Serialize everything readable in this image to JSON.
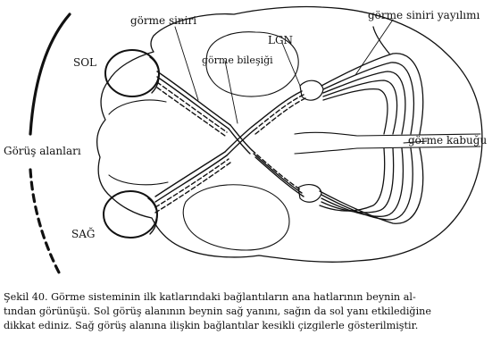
{
  "labels": {
    "left_eye": "SOL",
    "right_eye": "SAĞ",
    "visual_fields": "Görüş alanları",
    "optic_nerve": "görme siniri",
    "optic_chiasm": "görme bileşiği",
    "lgn": "LGN",
    "optic_radiation": "görme siniri yayılımı",
    "visual_cortex": "görme kabuğu"
  },
  "caption": {
    "line1": "Şekil 40. Görme sisteminin ilk katlarındaki bağlantıların ana hatlarının beynin al-",
    "line2": "tından görünüşü. Sol görüş alanının beynin sağ yanını, sağın da sol yanı etkilediğine",
    "line3": "dikkat ediniz. Sağ görüş alanına ilişkin bağlantılar kesikli çizgilerle gösterilmiştir."
  },
  "colors": {
    "ink": "#111111",
    "paper": "#ffffff"
  }
}
